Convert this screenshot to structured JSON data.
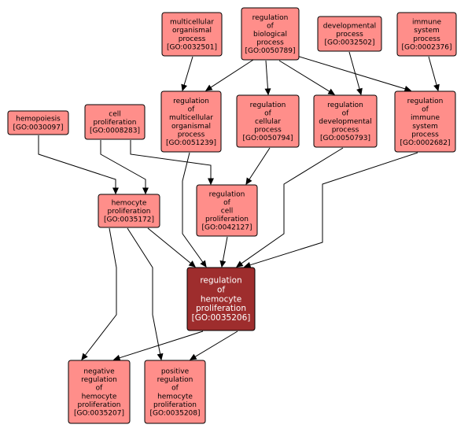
{
  "colors": {
    "node_fill": "#ff8e8a",
    "focus_fill": "#9e2d2d",
    "edge": "#000000"
  },
  "nodes": [
    {
      "id": "multicellular",
      "lines": [
        "multicellular",
        "organismal",
        "process",
        "[GO:0032501]"
      ],
      "kind": "term"
    },
    {
      "id": "reg_bio",
      "lines": [
        "regulation",
        "of",
        "biological",
        "process",
        "[GO:0050789]"
      ],
      "kind": "term"
    },
    {
      "id": "developmental",
      "lines": [
        "developmental",
        "process",
        "[GO:0032502]"
      ],
      "kind": "term"
    },
    {
      "id": "immune",
      "lines": [
        "immune",
        "system",
        "process",
        "[GO:0002376]"
      ],
      "kind": "term"
    },
    {
      "id": "hemopoiesis",
      "lines": [
        "hemopoiesis",
        "[GO:0030097]"
      ],
      "kind": "term"
    },
    {
      "id": "cell_prolif",
      "lines": [
        "cell",
        "proliferation",
        "[GO:0008283]"
      ],
      "kind": "term"
    },
    {
      "id": "reg_multi",
      "lines": [
        "regulation",
        "of",
        "multicellular",
        "organismal",
        "process",
        "[GO:0051239]"
      ],
      "kind": "term"
    },
    {
      "id": "reg_cellular",
      "lines": [
        "regulation",
        "of",
        "cellular",
        "process",
        "[GO:0050794]"
      ],
      "kind": "term"
    },
    {
      "id": "reg_dev",
      "lines": [
        "regulation",
        "of",
        "developmental",
        "process",
        "[GO:0050793]"
      ],
      "kind": "term"
    },
    {
      "id": "reg_immune",
      "lines": [
        "regulation",
        "of",
        "immune",
        "system",
        "process",
        "[GO:0002682]"
      ],
      "kind": "term"
    },
    {
      "id": "hemocyte_prolif",
      "lines": [
        "hemocyte",
        "proliferation",
        "[GO:0035172]"
      ],
      "kind": "term"
    },
    {
      "id": "reg_cell_prolif",
      "lines": [
        "regulation",
        "of",
        "cell",
        "proliferation",
        "[GO:0042127]"
      ],
      "kind": "term"
    },
    {
      "id": "reg_hemocyte",
      "lines": [
        "regulation",
        "of",
        "hemocyte",
        "proliferation",
        "[GO:0035206]"
      ],
      "kind": "focus"
    },
    {
      "id": "neg_reg",
      "lines": [
        "negative",
        "regulation",
        "of",
        "hemocyte",
        "proliferation",
        "[GO:0035207]"
      ],
      "kind": "term"
    },
    {
      "id": "pos_reg",
      "lines": [
        "positive",
        "regulation",
        "of",
        "hemocyte",
        "proliferation",
        "[GO:0035208]"
      ],
      "kind": "term"
    }
  ],
  "edges": [
    {
      "from": "multicellular",
      "to": "reg_multi"
    },
    {
      "from": "reg_bio",
      "to": "reg_multi"
    },
    {
      "from": "reg_bio",
      "to": "reg_cellular"
    },
    {
      "from": "reg_bio",
      "to": "reg_dev"
    },
    {
      "from": "reg_bio",
      "to": "reg_immune"
    },
    {
      "from": "developmental",
      "to": "reg_dev"
    },
    {
      "from": "immune",
      "to": "reg_immune"
    },
    {
      "from": "hemopoiesis",
      "to": "hemocyte_prolif"
    },
    {
      "from": "cell_prolif",
      "to": "hemocyte_prolif"
    },
    {
      "from": "cell_prolif",
      "to": "reg_cell_prolif"
    },
    {
      "from": "reg_cellular",
      "to": "reg_cell_prolif"
    },
    {
      "from": "reg_multi",
      "to": "reg_hemocyte"
    },
    {
      "from": "reg_cell_prolif",
      "to": "reg_hemocyte"
    },
    {
      "from": "reg_dev",
      "to": "reg_hemocyte"
    },
    {
      "from": "reg_immune",
      "to": "reg_hemocyte"
    },
    {
      "from": "hemocyte_prolif",
      "to": "reg_hemocyte"
    },
    {
      "from": "hemocyte_prolif",
      "to": "neg_reg"
    },
    {
      "from": "hemocyte_prolif",
      "to": "pos_reg"
    },
    {
      "from": "reg_hemocyte",
      "to": "neg_reg"
    },
    {
      "from": "reg_hemocyte",
      "to": "pos_reg"
    }
  ]
}
